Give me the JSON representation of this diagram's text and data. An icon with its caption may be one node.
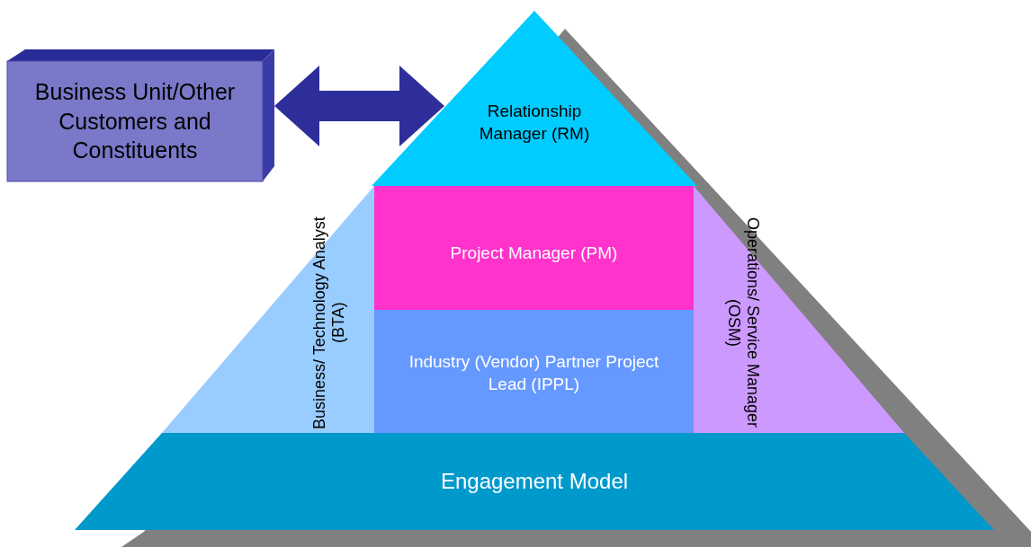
{
  "diagram": {
    "nodes": [
      {
        "text": [
          "Business Unit/Other Customers and Constituents"
        ]
      },
      {
        "text": [
          "Relationship Manager (RM)"
        ]
      },
      {
        "text": [
          "Project Manager (PM)"
        ]
      },
      {
        "text": [
          "Business/ Technology Analyst (BTA)"
        ]
      },
      {
        "text": [
          "Industry (Vendor) Partner Project Lead (IPPL)"
        ]
      },
      {
        "text": [
          "Operations/ Service Manager (OSM)"
        ]
      },
      {
        "text": [
          "Engagement Model"
        ]
      }
    ],
    "edges": [
      {
        "from": 0,
        "to": 1,
        "arrow": "both"
      }
    ]
  }
}
